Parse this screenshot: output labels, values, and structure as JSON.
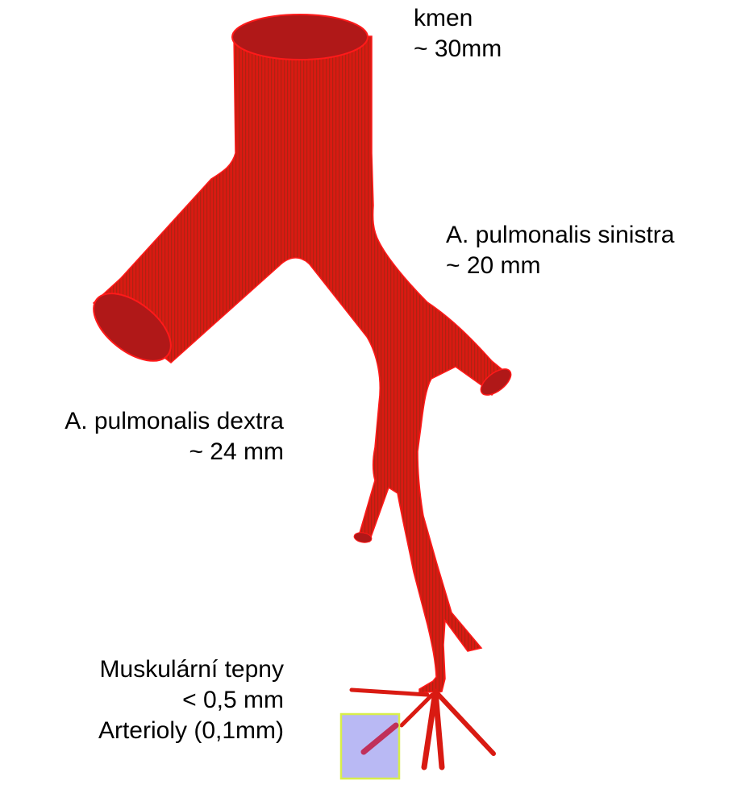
{
  "colors": {
    "vessel": "#d91a12",
    "vessel_hatch": "#8a2a14",
    "vessel_outline": "#ff1a1a",
    "vessel_opening": "#b01818",
    "highlight_fill": "#b9b9f4",
    "highlight_border": "#d8ee4a",
    "arteriole": "#c0305a"
  },
  "labels": {
    "trunk": {
      "name": "kmen",
      "size": "~ 30mm"
    },
    "left_artery": {
      "name": "A. pulmonalis sinistra",
      "size": "~ 20 mm"
    },
    "right_artery": {
      "name": "A. pulmonalis dextra",
      "size": "~ 24 mm"
    },
    "small_vessels": {
      "line1": "Muskulární tepny",
      "line2": "< 0,5 mm",
      "line3": "Arterioly (0,1mm)"
    }
  }
}
